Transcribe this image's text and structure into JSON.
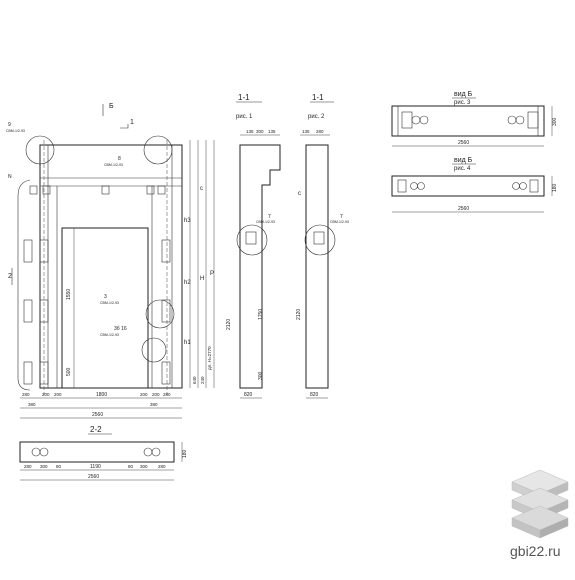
{
  "drawing": {
    "section_1_1_label": "1-1",
    "section_1_1_fig": "рис. 1",
    "section_1_1_fig2_label": "1-1",
    "section_1_1_fig2": "рис. 2",
    "view_b_label_1": "вид Б",
    "view_b_fig_1": "рис. 3",
    "view_b_label_2": "вид Б",
    "view_b_fig_2": "рис. 4",
    "section_2_2_label": "2-2",
    "arrow_b_label": "Б",
    "arrow_1_label": "1",
    "arrow_2_label": "2",
    "marker_b": "Б",
    "marker_n": "N",
    "marker_p": "Р",
    "dims": {
      "w_main": "2560",
      "w_inner": "1800",
      "w_left": "380",
      "w_right": "380",
      "w_a": "280",
      "w_b": "200",
      "w_c": "200",
      "w_d": "280",
      "h_1550": "1550",
      "h_500": "500",
      "h_2120": "2120",
      "h_1750": "1750",
      "h_300": "300",
      "h_180": "180",
      "sec_w": "820",
      "sec_300": "300",
      "sec_135": "135",
      "sec_280": "280",
      "view_300": "300",
      "view_180": "180",
      "sec22_280": "280",
      "sec22_300": "300",
      "sec22_80": "80",
      "sec22_1190": "1190",
      "sec22_180": "180",
      "sec22_2560": "2560",
      "h_2770": "дл. Н=2770",
      "h_640": "640",
      "h_240": "240"
    },
    "labels": {
      "n8": "8",
      "n8_sub": "СВМ-1/2-93",
      "n9": "9",
      "n9_sub": "СВМ-1/2-93",
      "n7": "7",
      "n7_sub": "СВМ-1/2-93",
      "n3": "3",
      "n3_sub": "СВМ-1/2-93",
      "n16": "3б 16",
      "n16_sub": "СВМ-1/2-93"
    },
    "h_labels": {
      "h3": "h3",
      "h2": "h2",
      "h1": "h1",
      "H": "H",
      "c": "c"
    }
  },
  "watermark": {
    "text": "gbi22.ru",
    "icon": "stacked-slabs-icon"
  }
}
